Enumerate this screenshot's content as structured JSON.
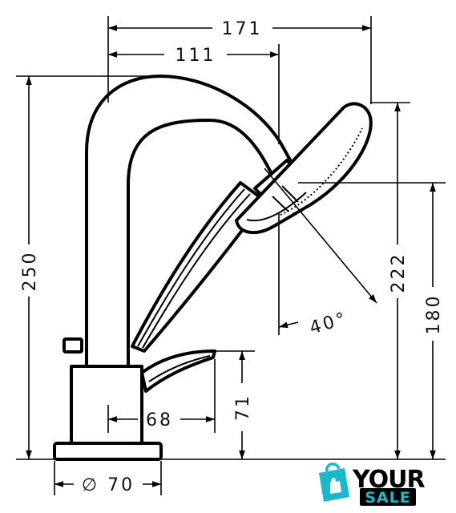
{
  "dimensions": {
    "total_width": "171",
    "spout_width": "111",
    "total_height": "250",
    "hand_shower_height": "222",
    "holder_height": "180",
    "angle": "40°",
    "lever_height": "71",
    "lever_width": "68",
    "base_diameter": "∅ 70"
  },
  "logo": {
    "word_your": "YOUR",
    "word_sale": "SALE",
    "accent_color": "#1bb8c9",
    "text_color": "#000000"
  },
  "colors": {
    "line": "#000000",
    "background": "#ffffff"
  }
}
